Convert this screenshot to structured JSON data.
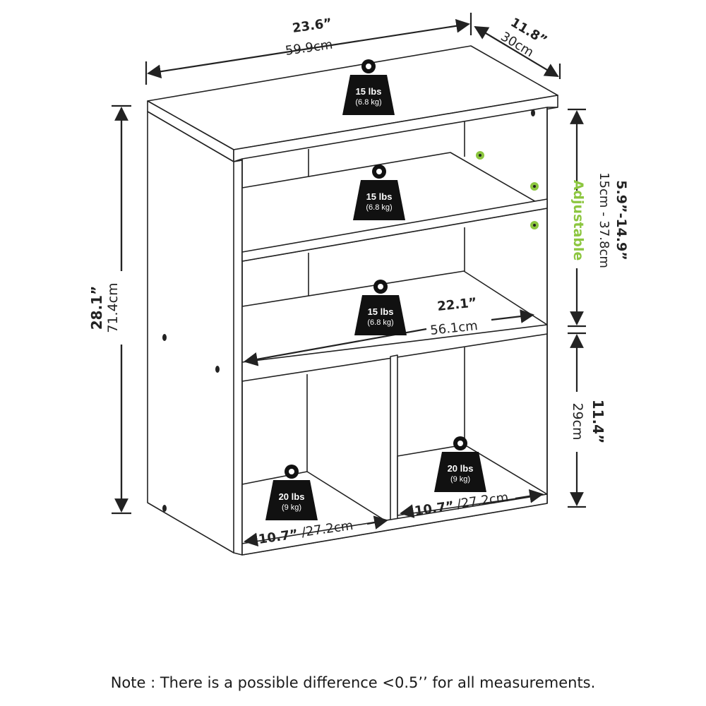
{
  "dimensions": {
    "width_in": "23.6”",
    "width_cm": "59.9cm",
    "depth_in": "11.8”",
    "depth_cm": "30cm",
    "height_in": "28.1”",
    "height_cm": "71.4cm",
    "shelf_range_in": "5.9”-14.9”",
    "shelf_range_cm": "15cm - 37.8cm",
    "adjustable_label": "Adjustable",
    "cube_height_in": "11.4”",
    "cube_height_cm": "29cm",
    "inner_width_in": "22.1”",
    "inner_width_cm": "56.1cm",
    "cube_left_in": "10.7”",
    "cube_left_cm": "/27.2cm",
    "cube_right_in": "10.7”",
    "cube_right_cm": "/27.2cm"
  },
  "weights": {
    "top": {
      "lbs": "15 lbs",
      "kg": "(6.8 kg)"
    },
    "shelf_upper": {
      "lbs": "15 lbs",
      "kg": "(6.8 kg)"
    },
    "shelf_middle": {
      "lbs": "15 lbs",
      "kg": "(6.8 kg)"
    },
    "cube_left": {
      "lbs": "20 lbs",
      "kg": "(9 kg)"
    },
    "cube_right": {
      "lbs": "20 lbs",
      "kg": "(9 kg)"
    }
  },
  "colors": {
    "accent": "#8cc63f",
    "ink": "#222222"
  },
  "note": "Note : There is a possible difference <0.5’’ for all measurements."
}
